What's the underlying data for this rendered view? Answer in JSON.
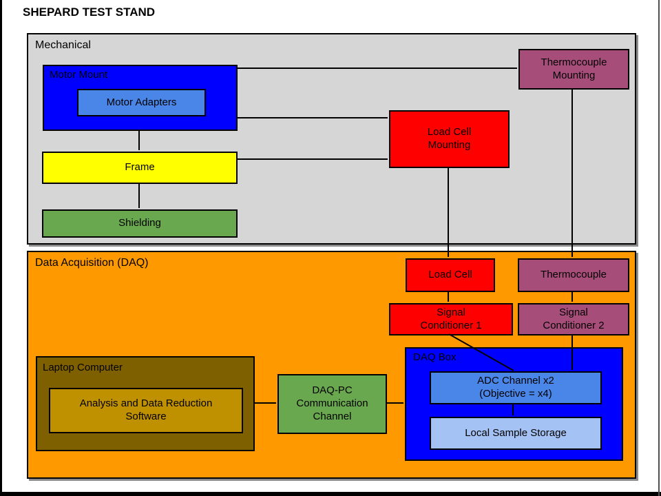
{
  "title": "SHEPARD TEST STAND",
  "colors": {
    "mechanical_bg": "#d6d6d6",
    "daq_bg": "#ff9900",
    "deep_blue": "#0000ff",
    "cornflower_blue": "#4a86e8",
    "light_blue": "#a4c2f4",
    "yellow": "#ffff00",
    "green": "#6aa84f",
    "red": "#ff0000",
    "plum": "#a64d79",
    "olive": "#7f6000",
    "gold": "#bf9000",
    "line": "#000000"
  },
  "mechanical": {
    "label": "Mechanical",
    "motor_mount": {
      "label": "Motor Mount"
    },
    "motor_adapters": {
      "label": "Motor Adapters"
    },
    "frame": {
      "label": "Frame"
    },
    "shielding": {
      "label": "Shielding"
    },
    "load_cell_mounting": {
      "label": "Load Cell\nMounting"
    },
    "thermocouple_mounting": {
      "label": "Thermocouple\nMounting"
    }
  },
  "daq": {
    "label": "Data Acquisition (DAQ)",
    "laptop": {
      "label": "Laptop Computer"
    },
    "analysis_software": {
      "label": "Analysis and Data Reduction\nSoftware"
    },
    "comm_channel": {
      "label": "DAQ-PC\nCommunication\nChannel"
    },
    "load_cell": {
      "label": "Load Cell"
    },
    "thermocouple": {
      "label": "Thermocouple"
    },
    "signal_conditioner_1": {
      "label": "Signal\nConditioner 1"
    },
    "signal_conditioner_2": {
      "label": "Signal\nConditioner 2"
    },
    "daq_box": {
      "label": "DAQ Box"
    },
    "adc_channel": {
      "label": "ADC Channel x2\n(Objective = x4)"
    },
    "local_sample_storage": {
      "label": "Local Sample Storage"
    }
  }
}
